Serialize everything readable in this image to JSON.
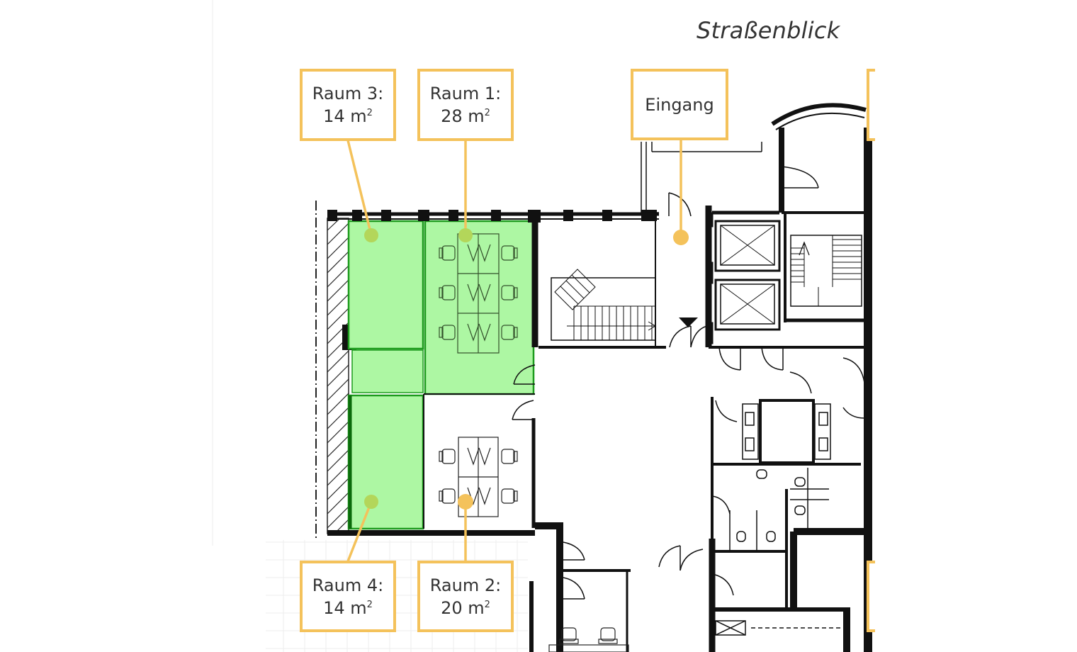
{
  "street_view_label": "Straßenblick",
  "rooms": [
    {
      "name": "Raum 3:",
      "area_value": "14 m",
      "area_unit_sup": "2"
    },
    {
      "name": "Raum 1:",
      "area_value": "28 m",
      "area_unit_sup": "2"
    },
    {
      "name": "Raum 4:",
      "area_value": "14 m",
      "area_unit_sup": "2"
    },
    {
      "name": "Raum 2:",
      "area_value": "20 m",
      "area_unit_sup": "2"
    }
  ],
  "entrance": {
    "label": "Eingang"
  },
  "colors": {
    "label_border": "#f4c25b",
    "marker_dot": "#f4c25b",
    "marker_dot_on_green": "#b3d65a",
    "highlight_fill": "#adf7a3",
    "highlight_border": "#1d9b1d",
    "wall": "#111111",
    "text": "#333333"
  }
}
